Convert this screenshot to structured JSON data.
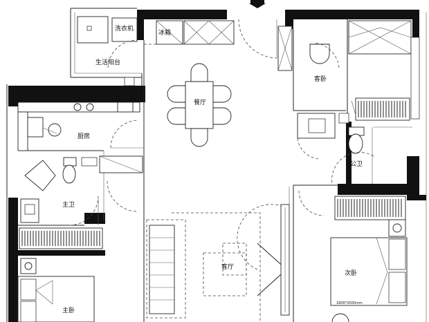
{
  "rooms": {
    "washer": "洗衣机",
    "fridge": "冰箱",
    "balcony": "生活阳台",
    "dining": "餐厅",
    "kitchen": "厨房",
    "guest_bedroom": "客卧",
    "master_bath": "主卫",
    "public_bath": "公卫",
    "living_room": "客厅",
    "second_bedroom": "次卧",
    "master_bedroom": "主卧"
  },
  "bed_size": "1800*2000mm"
}
